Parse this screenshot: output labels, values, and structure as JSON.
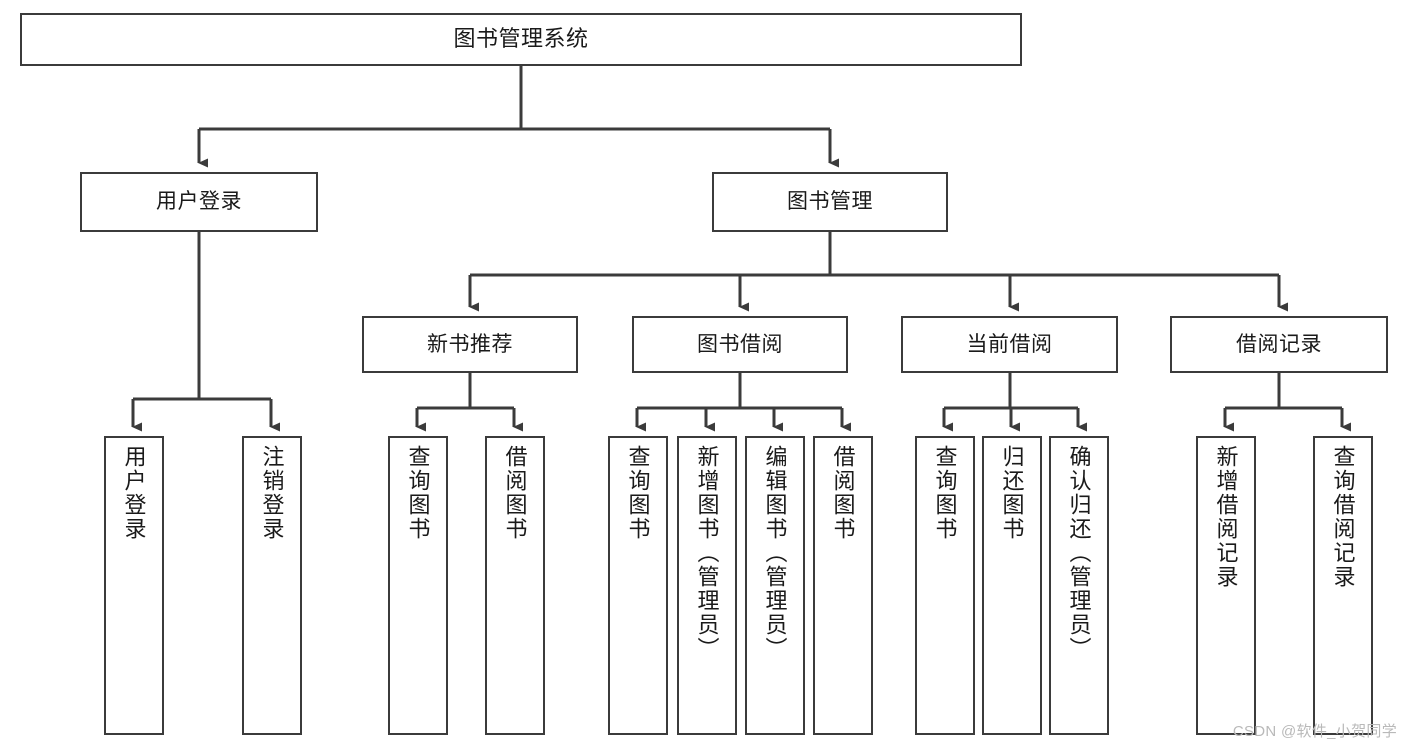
{
  "diagram": {
    "title": "图书管理系统",
    "type": "tree",
    "orientation": "top-down",
    "line_color": "#3b3b3b",
    "box_fill": "#ffffff",
    "text_color": "#1a1a1a",
    "watermark": "CSDN @软件_小贺同学",
    "levels": [
      {
        "level": 1,
        "nodes": [
          {
            "id": "root",
            "label": "图书管理系统"
          }
        ]
      },
      {
        "level": 2,
        "nodes": [
          {
            "id": "user-login",
            "label": "用户登录",
            "parent": "root"
          },
          {
            "id": "book-manage",
            "label": "图书管理",
            "parent": "root"
          }
        ]
      },
      {
        "level": 3,
        "nodes": [
          {
            "id": "new-book-rec",
            "label": "新书推荐",
            "parent": "book-manage"
          },
          {
            "id": "book-borrow",
            "label": "图书借阅",
            "parent": "book-manage"
          },
          {
            "id": "current-borrow",
            "label": "当前借阅",
            "parent": "book-manage"
          },
          {
            "id": "borrow-record",
            "label": "借阅记录",
            "parent": "book-manage"
          }
        ]
      },
      {
        "level": 4,
        "nodes": [
          {
            "id": "leaf-user-login",
            "label": "用户登录",
            "parent": "user-login"
          },
          {
            "id": "leaf-user-logout",
            "label": "注销登录",
            "parent": "user-login"
          },
          {
            "id": "leaf-rec-query",
            "label": "查询图书",
            "parent": "new-book-rec"
          },
          {
            "id": "leaf-rec-borrow",
            "label": "借阅图书",
            "parent": "new-book-rec"
          },
          {
            "id": "leaf-borrow-query",
            "label": "查询图书",
            "parent": "book-borrow"
          },
          {
            "id": "leaf-borrow-add",
            "label": "新增图书（管理员）",
            "parent": "book-borrow"
          },
          {
            "id": "leaf-borrow-edit",
            "label": "编辑图书（管理员）",
            "parent": "book-borrow"
          },
          {
            "id": "leaf-borrow-lend",
            "label": "借阅图书",
            "parent": "book-borrow"
          },
          {
            "id": "leaf-cur-query",
            "label": "查询图书",
            "parent": "current-borrow"
          },
          {
            "id": "leaf-cur-return",
            "label": "归还图书",
            "parent": "current-borrow"
          },
          {
            "id": "leaf-cur-confirm",
            "label": "确认归还（管理员）",
            "parent": "current-borrow"
          },
          {
            "id": "leaf-rec-add",
            "label": "新增借阅记录",
            "parent": "borrow-record"
          },
          {
            "id": "leaf-rec-query2",
            "label": "查询借阅记录",
            "parent": "borrow-record"
          }
        ]
      }
    ]
  }
}
